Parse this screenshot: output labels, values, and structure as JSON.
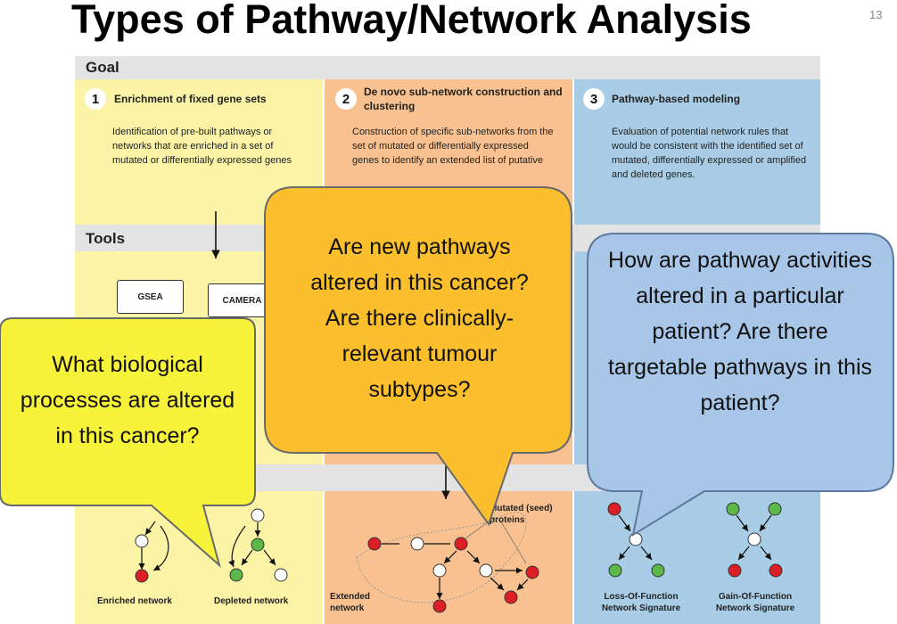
{
  "slide": {
    "title": "Types of Pathway/Network Analysis",
    "number": "13"
  },
  "bands": {
    "goal": "Goal",
    "tools": "Tools"
  },
  "columns": [
    {
      "num": "1",
      "heading": "Enrichment of fixed gene sets",
      "description": "Identification of pre-built pathways or networks that are enriched in a set of mutated or differentially expressed genes"
    },
    {
      "num": "2",
      "heading": "De novo sub-network construction and clustering",
      "description": "Construction of specific sub-networks from the set of mutated or differentially expressed genes to identify an extended list of putative"
    },
    {
      "num": "3",
      "heading": "Pathway-based modeling",
      "description": "Evaluation of potential network rules that would be consistent with the identified set of mutated, differentially expressed or amplified and deleted genes."
    }
  ],
  "tools": {
    "gsea": "GSEA",
    "camera": "CAMERA"
  },
  "captions": {
    "enriched": "Enriched network",
    "depleted": "Depleted network",
    "extended": "Extended network",
    "seed": "Mutated (seed) proteins",
    "loss": "Loss-Of-Function Network Signature",
    "gain": "Gain-Of-Function Network Signature"
  },
  "bubbles": {
    "yellow": "What biological processes are altered in this cancer?",
    "orange": "Are new pathways altered in this cancer? Are there clinically-relevant tumour subtypes?",
    "blue": "How are pathway activities altered in a particular patient? Are there targetable pathways in this patient?"
  },
  "colors": {
    "yellow_panel": "#fbf4a6",
    "orange_panel": "#f8c18f",
    "blue_panel": "#a9cde6",
    "node_red": "#dc1f26",
    "node_green": "#5cb848",
    "bubble_yellow": "#f7f33a",
    "bubble_orange": "#fbbf2d",
    "bubble_blue": "#a8c6e8"
  }
}
